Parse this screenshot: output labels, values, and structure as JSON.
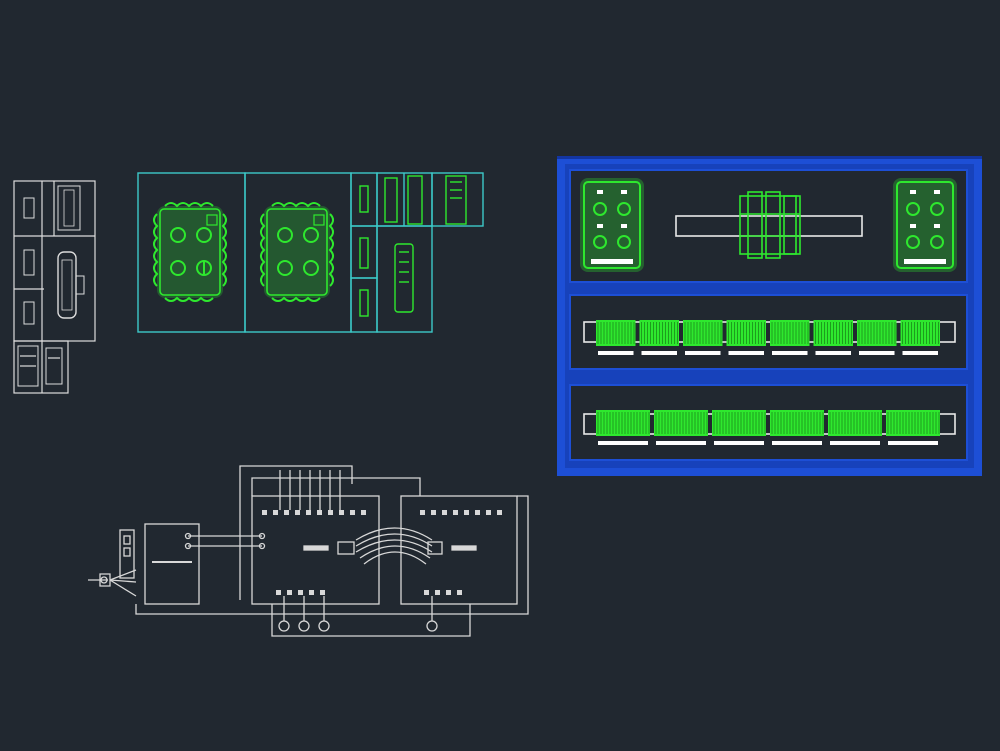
{
  "diagram": {
    "background": "#212830",
    "colors": {
      "frame_white": "#dcdcdc",
      "frame_cyan": "#3cc9c9",
      "component_green": "#2ee82e",
      "panel_blue": "#1d4fd6",
      "panel_blue_dark": "#0f2b8a",
      "rail_white": "#e8e8e8",
      "wire_white": "#d8d8d8"
    },
    "views": [
      {
        "name": "side-views",
        "icon": "cabinet-side-views"
      },
      {
        "name": "enclosure-top-views",
        "icon": "enclosure-green"
      },
      {
        "name": "panel-front-view",
        "icon": "din-rail-panel"
      },
      {
        "name": "wiring-schematic",
        "icon": "single-line-schematic"
      }
    ],
    "terminal_blocks_row1": 8,
    "terminal_blocks_row2": 6
  }
}
